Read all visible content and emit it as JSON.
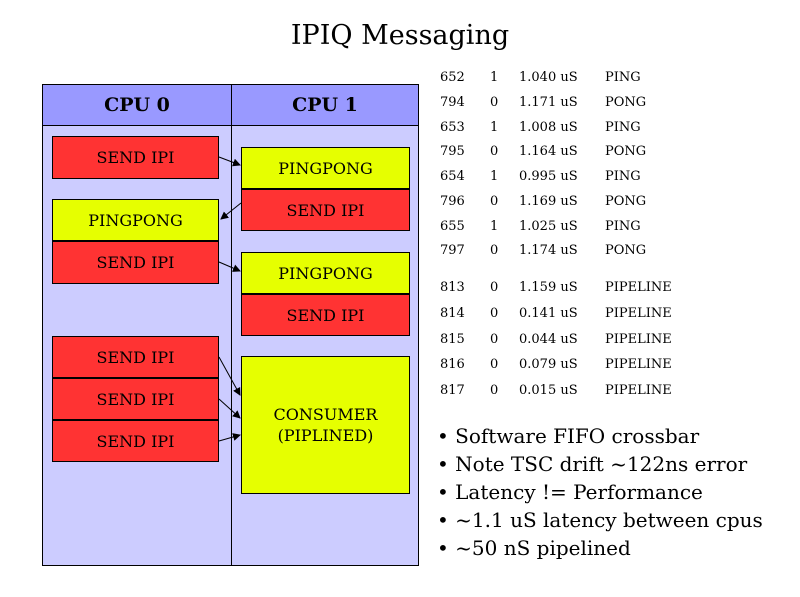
{
  "title": "IPIQ Messaging",
  "diagram": {
    "cpu0_header": "CPU 0",
    "cpu1_header": "CPU 1",
    "cpu0_boxes": [
      "SEND IPI",
      "PINGPONG",
      "SEND IPI",
      "SEND IPI",
      "SEND IPI",
      "SEND IPI"
    ],
    "cpu1_boxes": [
      "PINGPONG",
      "SEND IPI",
      "PINGPONG",
      "SEND IPI",
      "CONSUMER\n(PIPLINED)"
    ],
    "colors": {
      "red": "#ff3333",
      "yellow": "#e6ff00",
      "panel": "#ccccff",
      "header": "#9999ff"
    }
  },
  "log": {
    "pingpong": [
      [
        "652",
        "1",
        "1.040 uS",
        "PING"
      ],
      [
        "794",
        "0",
        "1.171 uS",
        "PONG"
      ],
      [
        "653",
        "1",
        "1.008 uS",
        "PING"
      ],
      [
        "795",
        "0",
        "1.164 uS",
        "PONG"
      ],
      [
        "654",
        "1",
        "0.995 uS",
        "PING"
      ],
      [
        "796",
        "0",
        "1.169 uS",
        "PONG"
      ],
      [
        "655",
        "1",
        "1.025 uS",
        "PING"
      ],
      [
        "797",
        "0",
        "1.174 uS",
        "PONG"
      ]
    ],
    "pipeline": [
      [
        "813",
        "0",
        "1.159 uS",
        "PIPELINE"
      ],
      [
        "814",
        "0",
        "0.141 uS",
        "PIPELINE"
      ],
      [
        "815",
        "0",
        "0.044 uS",
        "PIPELINE"
      ],
      [
        "816",
        "0",
        "0.079 uS",
        "PIPELINE"
      ],
      [
        "817",
        "0",
        "0.015 uS",
        "PIPELINE"
      ]
    ]
  },
  "bullets": [
    "• Software FIFO crossbar",
    "• Note TSC drift ~122ns error",
    "• Latency != Performance",
    "• ~1.1 uS latency between cpus",
    "• ~50 nS pipelined"
  ]
}
